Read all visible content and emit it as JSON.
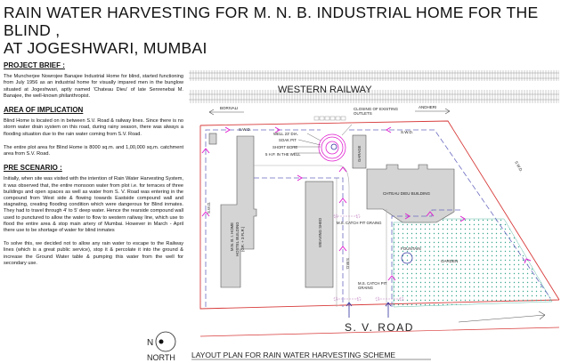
{
  "title": {
    "line1": "RAIN  WATER  HARVESTING  FOR  M. N. B. INDUSTRIAL HOME FOR THE BLIND ,",
    "line2": "AT JOGESHWARI, MUMBAI"
  },
  "brief": {
    "heading": "PROJECT BRIEF :",
    "text": "The Muncherjee Nowrojee Banajee Industrial Home for blind, started functioning from July 1956 as an industrial home for visually impared men in the bunglow situated at Jogeshwari, aptly named 'Chateau Dieu' of late Senrenebai M. Banajee, the well-known philanthropist."
  },
  "implication": {
    "heading": "AREA OF IMPLICATION",
    "text1": "Blind Home is located on in between S.V. Road & railway lines. Since there is no storm water drain system on this road, during rainy season, there was always a flooding situation due to the rain water coming from S.V. Road.",
    "text2": "The entire plot area for Blind Home is 8000 sq.m. and 1,00,000 sq.m. catchment area from S.V. Road."
  },
  "scenario": {
    "heading": "PRE SCENARIO :",
    "text1": "Initially, when site was visited with the intention of Rain Water Harvesting System, it was observed that, the entire monsoon water from plot i.e. for terraces of three buildings and open spaces as well as water from S. V. Road was entering in the compound from West side & flowing towards Eastside compound wall and stagnating, creating flooding condition which were dangerous for Blind inmates. They had to travel through 4' to 5' deep water. Hence the rearside compound wall used to punctured to allow the water to flow to western railway line, which use to flood the entire area & stop main artery of Mumbai. However in March - April there use to be shortage of water for blind inmates",
    "text2": "To solve this, we decided not to allow any rain water to escape to the Railway lines (which is a great public service), stop it & percolate it into the ground & increase the Ground Water table & pumping this water from the well for secondary use."
  },
  "north": {
    "n": "N",
    "label": "NORTH"
  },
  "plan": {
    "railway": "WESTERN   RAILWAY",
    "borivali": "BORIVALI",
    "andheri": "ANDHERI",
    "closing": "CLOSING OF EXISTING",
    "outlets": "OUTLETS",
    "swd": "S.W.D.",
    "well": "WELL 23' DIA.",
    "soak": "SOAK PIT",
    "bore": "SHORT BORE",
    "hp": "5 H.P. IN THE WELL",
    "garage": "GARAGE",
    "chateau": "CHTEAU DIEU BUILDING",
    "hostel1": "M.N. B. I. HOME",
    "hostel2": "HOSTEL BUILDING",
    "hostel3": "(GR. + 3 FLR.)",
    "weaving": "WEAVING SHED",
    "catch1": "M.S. CATCH PIT GRAING",
    "catch2a": "M.S. CATCH PIT",
    "catch2b": "GRAING",
    "fountain": "FOUNTAIN",
    "garden": "GARDEN",
    "road": "S.   V.  ROAD",
    "caption": "LAYOUT PLAN FOR RAIN WATER HARVESTING SCHEME"
  },
  "colors": {
    "boundary": "#d83a3a",
    "flow": "#e020d0",
    "drain": "#6a6ac0",
    "building": "#d4d4d4",
    "garden": "#3aa890"
  }
}
